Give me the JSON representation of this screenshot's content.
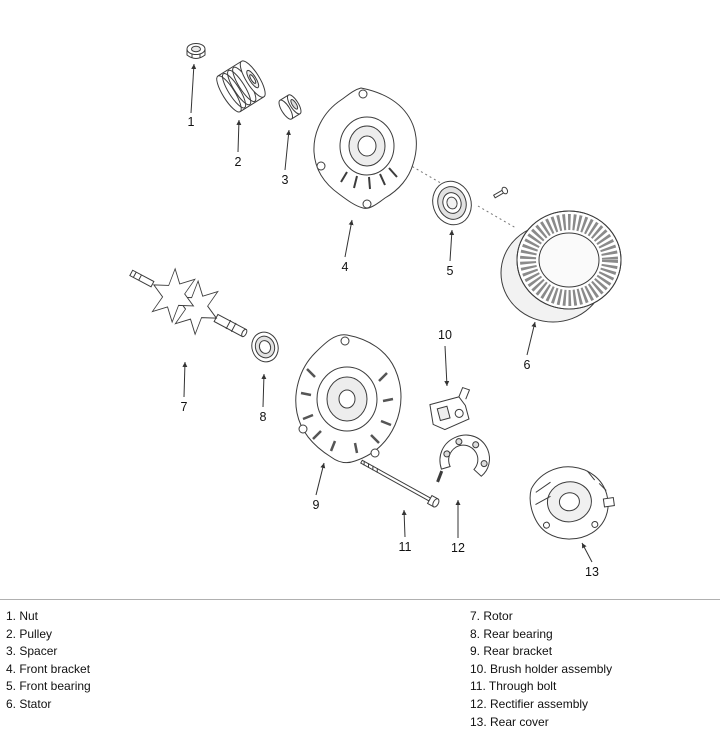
{
  "diagram": {
    "callouts": [
      "1",
      "2",
      "3",
      "4",
      "5",
      "6",
      "7",
      "8",
      "9",
      "10",
      "11",
      "12",
      "13"
    ]
  },
  "legend": {
    "left": [
      "1. Nut",
      "2. Pulley",
      "3. Spacer",
      "4. Front bracket",
      "5. Front bearing",
      "6. Stator"
    ],
    "right": [
      "7. Rotor",
      "8. Rear bearing",
      "9. Rear bracket",
      "10. Brush holder assembly",
      "11. Through bolt",
      "12. Rectifier assembly",
      "13. Rear cover"
    ]
  },
  "colors": {
    "line": "#3c3c3c",
    "text": "#111111",
    "divider": "#b0b0b0"
  }
}
